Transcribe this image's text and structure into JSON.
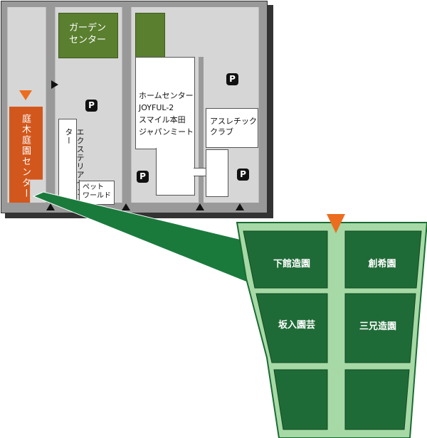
{
  "stores": {
    "garden_center": "ガーデン\nセンター",
    "home_center": [
      "ホームセンター",
      "JOYFUL-2",
      "スマイル本田",
      "ジャパンミート"
    ],
    "athletic_club": "アスレチック\nクラブ",
    "exterior_center": "エクステリアセンター",
    "pet_world": "ペット\nワールド",
    "garden_tree_center": "庭木庭園センター"
  },
  "parking": {
    "symbol": "P"
  },
  "plots": [
    "下館造園",
    "創希園",
    "坂入園芸",
    "三兄造園"
  ],
  "colors": {
    "garden_center_green": "#5a7f2f",
    "garden_tree_orange": "#d2571c",
    "marker_orange": "#ec6d1f",
    "plot_dark_green": "#1f6b37",
    "plot_light_green": "#a6d9a5",
    "connector_green": "#1a7a3c"
  },
  "icons": {
    "entrance": "black-triangle-icon",
    "location_marker": "orange-down-triangle-icon",
    "parking": "parking-icon"
  }
}
